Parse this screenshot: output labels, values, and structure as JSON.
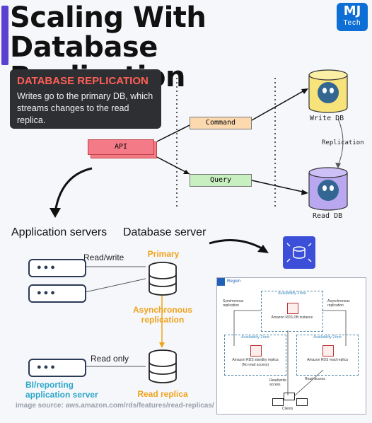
{
  "header": {
    "title_line1": "Scaling With",
    "title_line2": "Database Replication",
    "logo_top": "MJ",
    "logo_bottom": "Tech"
  },
  "info_box": {
    "heading": "DATABASE REPLICATION",
    "body": "Writes go to the primary DB, which streams changes to the read replica."
  },
  "flow": {
    "api": "API",
    "command": "Command",
    "query": "Query",
    "write_db": "Write DB",
    "read_db": "Read DB",
    "replication": "Replication"
  },
  "architecture": {
    "app_servers": "Application servers",
    "db_server": "Database server",
    "read_write": "Read/write",
    "primary": "Primary",
    "async_line1": "Asynchronous",
    "async_line2": "replication",
    "read_only": "Read only",
    "bi_line1": "BI/reporting",
    "bi_line2": "application server",
    "read_replica": "Read replica"
  },
  "aws": {
    "region": "Region",
    "az": "Availability Zone",
    "sync_repl": "Synchronous replication",
    "async_repl": "Asynchronous replication",
    "db_instance": "Amazon RDS DB instance",
    "standby": "Amazon RDS standby replica",
    "standby_note": "(No read access)",
    "read_replica": "Amazon RDS read replica",
    "readwrite_access": "Read/write access",
    "read_access": "Read access",
    "clients": "Clients"
  },
  "footer": {
    "source": "image source: aws.amazon.com/rds/features/read-replicas/"
  },
  "colors": {
    "title_bar": "#5a3fd0",
    "logo": "#0d6fd6",
    "info_bg": "#2e2f33",
    "info_heading": "#ff5f56",
    "api_box": "#f47a88",
    "command_box": "#fdd9b0",
    "query_box": "#c7efc0",
    "write_db": "#f8e27a",
    "read_db": "#b9a8f0",
    "orange": "#f0a21a",
    "cyan": "#2aa7c9",
    "rds_icon": "#3b4fd8"
  }
}
